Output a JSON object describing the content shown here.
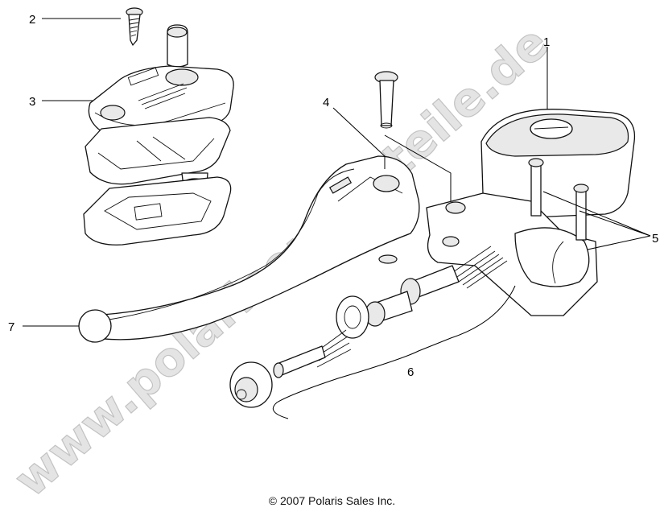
{
  "callouts": {
    "c1": "1",
    "c2": "2",
    "c3": "3",
    "c4": "4",
    "c5": "5",
    "c6": "6",
    "c7": "7"
  },
  "watermark": "www.polarisersatzteile.de",
  "footer": {
    "copyright": "© 2007 Polaris Sales Inc."
  }
}
